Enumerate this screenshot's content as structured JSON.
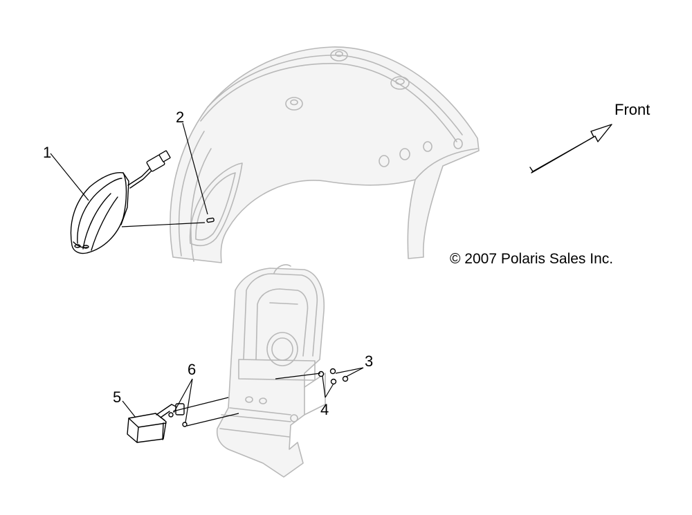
{
  "labels": {
    "p1": "1",
    "p2": "2",
    "p3": "3",
    "p4": "4",
    "p5": "5",
    "p6": "6"
  },
  "direction_label": "Front",
  "copyright": "© 2007 Polaris Sales Inc.",
  "colors": {
    "ink": "#000000",
    "ghost_parts": "#b8b8b8",
    "background": "#ffffff"
  }
}
